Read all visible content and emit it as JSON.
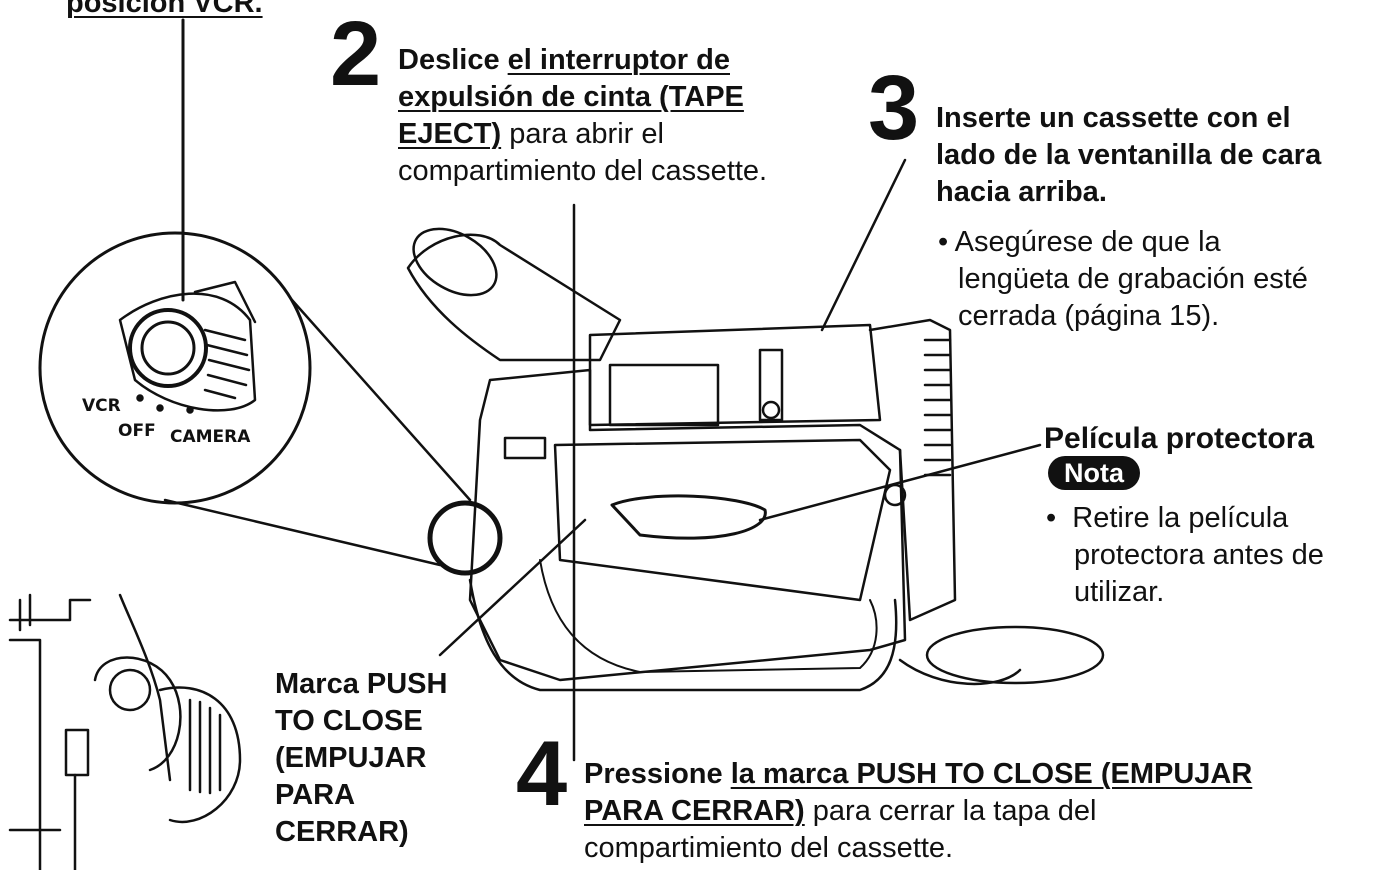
{
  "header": {
    "fragment": "posición VCR."
  },
  "step2": {
    "number": "2",
    "line1_plain": "Deslice ",
    "line1_underline": "el interruptor de",
    "line2_underline": "expulsión de cinta (TAPE",
    "line3_underline": "EJECT)",
    "line3_plain": " para abrir el",
    "line4_plain": "compartimiento del cassette."
  },
  "step3": {
    "number": "3",
    "line1": "Inserte un cassette con el",
    "line2": "lado de la ventanilla de cara",
    "line3": "hacia arriba.",
    "bullet": "•",
    "note_line1": "Asegúrese de que la",
    "note_line2": "lengüeta de grabación esté",
    "note_line3": "cerrada (página 15)."
  },
  "protective": {
    "label": "Película protectora",
    "nota_badge": "Nota",
    "bullet": "•",
    "line1": "Retire la película",
    "line2": "protectora antes de",
    "line3": "utilizar."
  },
  "dial": {
    "vcr": "VCR",
    "off": "OFF",
    "camera": "CAMERA"
  },
  "push_mark": {
    "line1": "Marca PUSH",
    "line2": "TO CLOSE",
    "line3": "(EMPUJAR",
    "line4": "PARA",
    "line5": "CERRAR)"
  },
  "step4": {
    "number": "4",
    "line1_plain": "Pressione ",
    "line1_underline": "la marca PUSH TO CLOSE (EMPUJAR",
    "line2_underline": "PARA CERRAR)",
    "line2_plain": " para cerrar la tapa del",
    "line3_plain": "compartimiento del cassette."
  },
  "colors": {
    "ink": "#111111",
    "paper": "#ffffff"
  }
}
